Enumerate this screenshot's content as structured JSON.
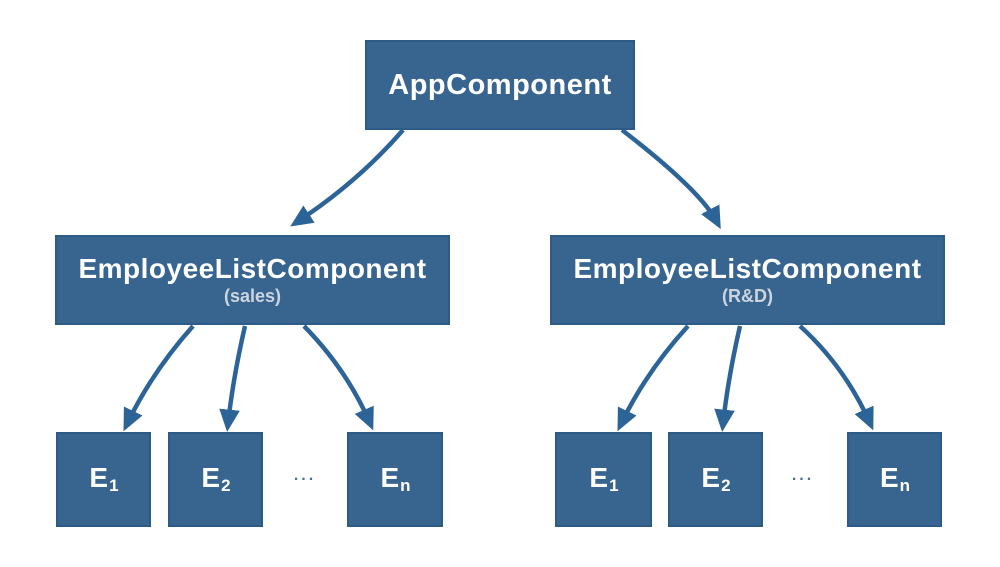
{
  "diagram": {
    "type": "component-tree",
    "colors": {
      "background": "#ffffff",
      "box_fill": "#376590",
      "box_border": "#2b5b86",
      "arrow": "#2d6497",
      "title_text": "#ffffff",
      "subtitle_text": "#ccd4de",
      "ellipsis_text": "#4c6f99"
    },
    "root": {
      "label": "AppComponent"
    },
    "groups": [
      {
        "title": "EmployeeListComponent",
        "subtitle": "(sales)",
        "employees": [
          {
            "base": "E",
            "sub": "1"
          },
          {
            "base": "E",
            "sub": "2"
          },
          {
            "base": "E",
            "sub": "n"
          }
        ],
        "ellipsis": "..."
      },
      {
        "title": "EmployeeListComponent",
        "subtitle": "(R&D)",
        "employees": [
          {
            "base": "E",
            "sub": "1"
          },
          {
            "base": "E",
            "sub": "2"
          },
          {
            "base": "E",
            "sub": "n"
          }
        ],
        "ellipsis": "..."
      }
    ]
  }
}
